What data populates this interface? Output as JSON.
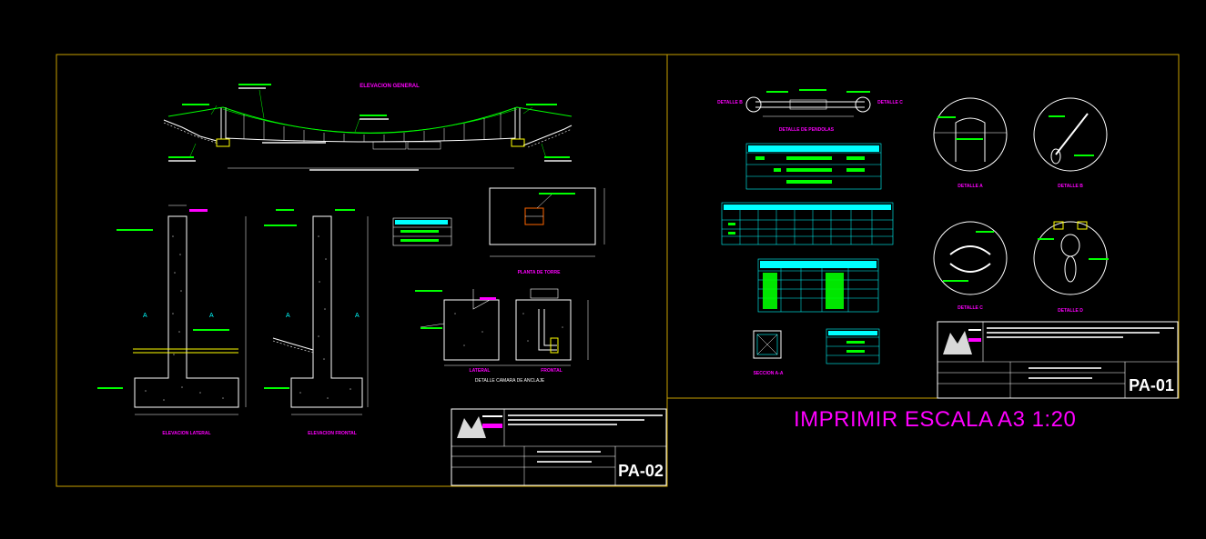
{
  "sheet_left": {
    "title_general": "ELEVACION GENERAL",
    "labels": {
      "lateral_elev": "ELEVACION LATERAL",
      "frontal_elev": "ELEVACION FRONTAL",
      "planta_torre": "PLANTA DE TORRE",
      "lateral": "LATERAL",
      "frontal": "FRONTAL",
      "camara": "DETALLE CAMARA DE ANCLAJE"
    },
    "sheet_code": "PA-02"
  },
  "sheet_right": {
    "labels": {
      "pendolas": "DETALLE DE PENDOLAS",
      "detalle_b_left": "DETALLE B",
      "detalle_c_right": "DETALLE C",
      "detalle_a": "DETALLE A",
      "detalle_b": "DETALLE B",
      "detalle_c": "DETALLE C",
      "detalle_d": "DETALLE D",
      "seccion": "SECCION A-A"
    },
    "sheet_code": "PA-01"
  },
  "print_note": "IMPRIMIR ESCALA A3 1:20",
  "colors": {
    "frame": "#c8a000",
    "line": "#ffffff",
    "cable": "#00ff00",
    "magenta": "#ff00ff",
    "cyan": "#00ffff",
    "yellow": "#ffff00"
  }
}
